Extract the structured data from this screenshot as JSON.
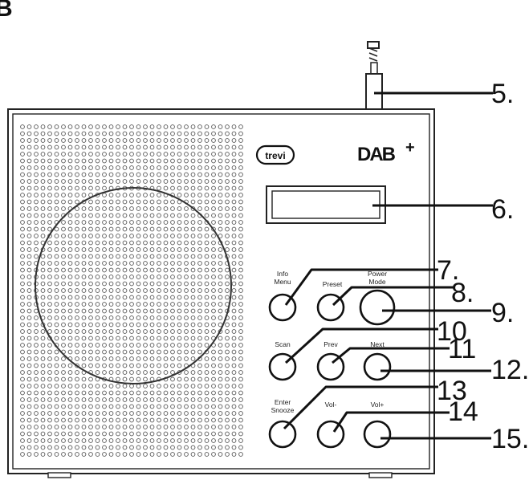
{
  "labels": {
    "corner_glyph": "B",
    "brand": "trevi",
    "dab_logo": "DAB",
    "dab_plus": "+"
  },
  "buttons": [
    {
      "id": "info-menu",
      "text": [
        "Info",
        "Menu"
      ]
    },
    {
      "id": "preset",
      "text": [
        "Preset"
      ]
    },
    {
      "id": "power-mode",
      "text": [
        "Power",
        "Mode"
      ]
    },
    {
      "id": "scan",
      "text": [
        "Scan"
      ]
    },
    {
      "id": "prev",
      "text": [
        "Prev"
      ]
    },
    {
      "id": "next",
      "text": [
        "Next"
      ]
    },
    {
      "id": "enter-snooze",
      "text": [
        "Enter",
        "Snooze"
      ]
    },
    {
      "id": "vol-minus",
      "text": [
        "Vol-"
      ]
    },
    {
      "id": "vol-plus",
      "text": [
        "Vol+"
      ]
    }
  ],
  "callouts": [
    {
      "target": "antenna",
      "number": "5."
    },
    {
      "target": "display",
      "number": "6."
    },
    {
      "target": "info-menu",
      "number": "7."
    },
    {
      "target": "preset",
      "number": "8."
    },
    {
      "target": "power-mode",
      "number": "9."
    },
    {
      "target": "scan",
      "number": "10"
    },
    {
      "target": "prev",
      "number": "11"
    },
    {
      "target": "next",
      "number": "12."
    },
    {
      "target": "enter-snooze",
      "number": "13"
    },
    {
      "target": "vol-minus",
      "number": "14"
    },
    {
      "target": "vol-plus",
      "number": "15."
    }
  ]
}
